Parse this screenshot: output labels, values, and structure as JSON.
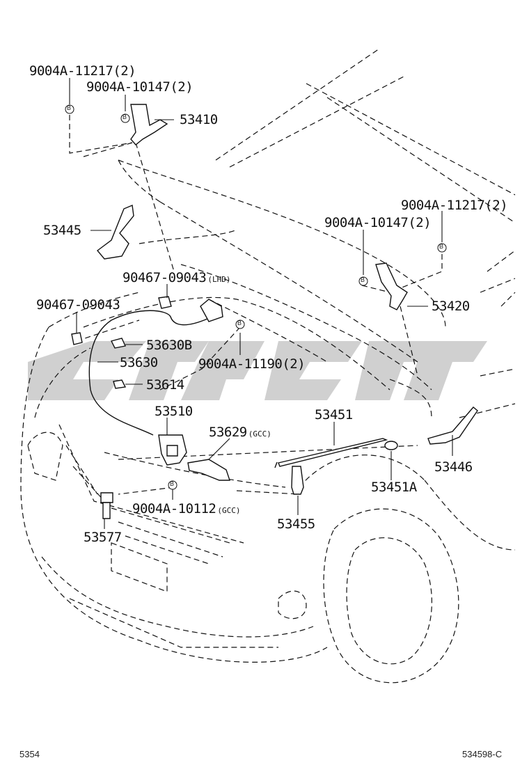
{
  "labels": {
    "p9004a_11217_left": "9004A-11217(2)",
    "p9004a_10147_left": "9004A-10147(2)",
    "p53410": "53410",
    "p9004a_11217_right": "9004A-11217(2)",
    "p9004a_10147_right": "9004A-10147(2)",
    "p53445": "53445",
    "p90467_09043_lhd": "90467-09043",
    "p90467_09043_lhd_suffix": "(LHD)",
    "p53420": "53420",
    "p90467_09043": "90467-09043",
    "p53630b": "53630B",
    "p53630": "53630",
    "p9004a_11190": "9004A-11190(2)",
    "p53614": "53614",
    "p53510": "53510",
    "p53451": "53451",
    "p53629": "53629",
    "p53629_suffix": "(GCC)",
    "p53446": "53446",
    "p53451a": "53451A",
    "p9004a_10112": "9004A-10112",
    "p9004a_10112_suffix": "(GCC)",
    "p53577": "53577",
    "p53455": "53455"
  },
  "bolt_marker": "B",
  "footer": {
    "page_code": "5354",
    "diagram_code": "534598-C"
  },
  "watermark": {
    "color": "#c8c8c8"
  }
}
